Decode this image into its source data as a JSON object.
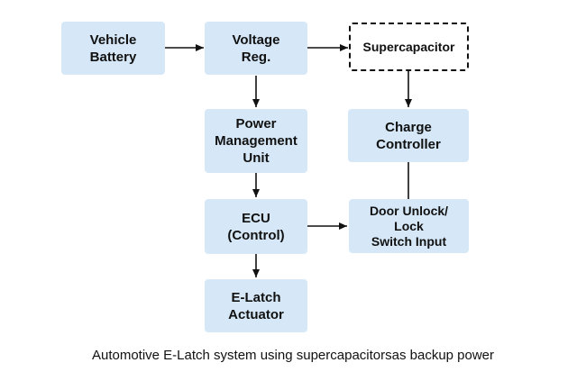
{
  "nodes": {
    "battery": "Vehicle\nBattery",
    "voltage_reg": "Voltage\nReg.",
    "supercapacitor": "Supercapacitor",
    "pmu": "Power\nManagement\nUnit",
    "charge_controller": "Charge\nController",
    "ecu": "ECU\n(Control)",
    "door_switch": "Door Unlock/\nLock\nSwitch Input",
    "actuator": "E-Latch\nActuator"
  },
  "caption": "Automotive E-Latch system using supercapacitorsas backup power",
  "colors": {
    "box_fill": "#d6e8f7",
    "line": "#111111"
  }
}
